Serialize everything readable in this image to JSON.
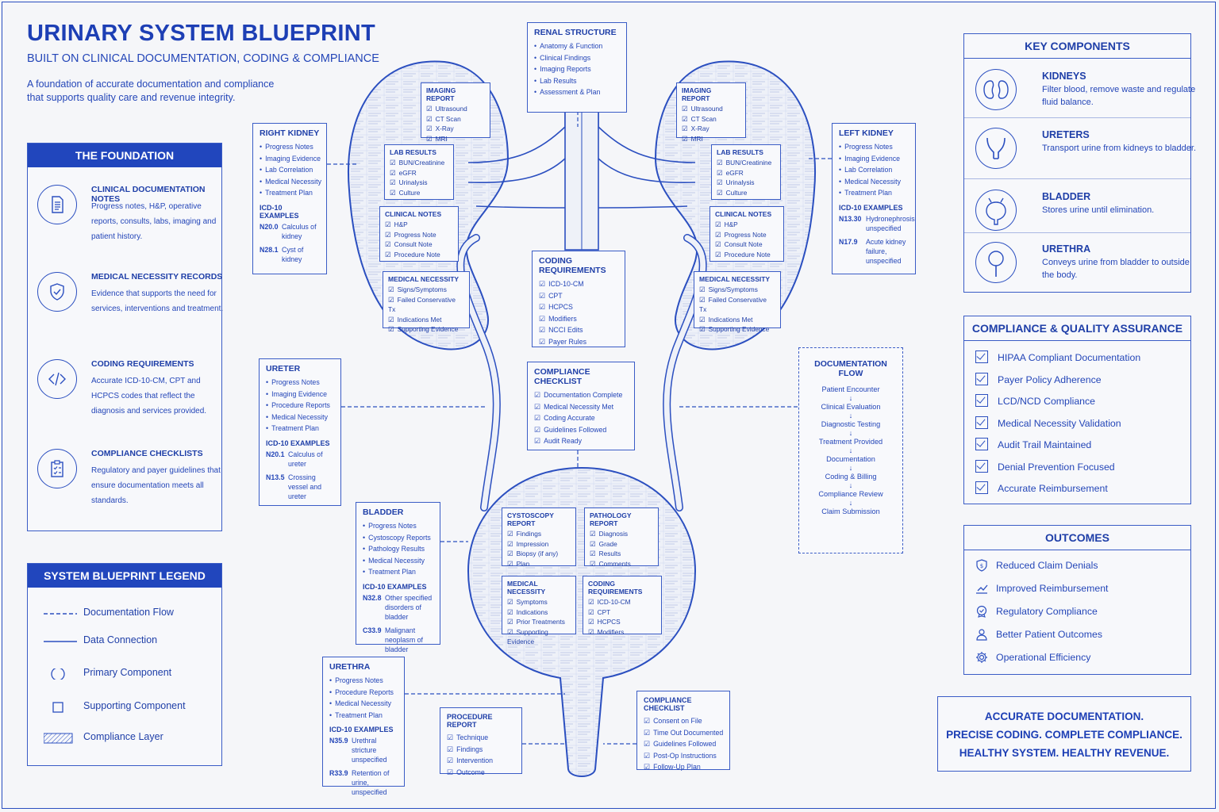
{
  "header": {
    "title": "URINARY SYSTEM BLUEPRINT",
    "subtitle": "BUILT ON CLINICAL DOCUMENTATION, CODING & COMPLIANCE",
    "intro": "A foundation of accurate documentation and compliance that supports quality care and revenue integrity."
  },
  "foundation": {
    "title": "THE FOUNDATION",
    "items": [
      {
        "title": "CLINICAL DOCUMENTATION NOTES",
        "text": "Progress notes, H&P, operative reports, consults, labs, imaging and patient history.",
        "icon": "document-icon"
      },
      {
        "title": "MEDICAL NECESSITY RECORDS",
        "text": "Evidence that supports the need for services, interventions and treatment.",
        "icon": "shield-check-icon"
      },
      {
        "title": "CODING REQUIREMENTS",
        "text": "Accurate ICD-10-CM, CPT and HCPCS codes that reflect the diagnosis and services provided.",
        "icon": "code-icon"
      },
      {
        "title": "COMPLIANCE CHECKLISTS",
        "text": "Regulatory and payer guidelines that ensure documentation meets all standards.",
        "icon": "clipboard-check-icon"
      }
    ]
  },
  "legend": {
    "title": "SYSTEM BLUEPRINT LEGEND",
    "items": [
      "Documentation Flow",
      "Data Connection",
      "Primary Component",
      "Supporting Component",
      "Compliance Layer"
    ]
  },
  "renal": {
    "title": "RENAL STRUCTURE",
    "items": [
      "Anatomy & Function",
      "Clinical Findings",
      "Imaging Reports",
      "Lab Results",
      "Assessment & Plan"
    ]
  },
  "kidney_inner": {
    "imaging": {
      "title": "IMAGING REPORT",
      "items": [
        "Ultrasound",
        "CT Scan",
        "X-Ray",
        "MRI"
      ]
    },
    "labs": {
      "title": "LAB RESULTS",
      "items": [
        "BUN/Creatinine",
        "eGFR",
        "Urinalysis",
        "Culture"
      ]
    },
    "clinical": {
      "title": "CLINICAL NOTES",
      "items": [
        "H&P",
        "Progress Note",
        "Consult Note",
        "Procedure Note"
      ]
    },
    "necessity": {
      "title": "MEDICAL NECESSITY",
      "items": [
        "Signs/Symptoms",
        "Failed Conservative Tx",
        "Indications Met",
        "Supporting Evidence"
      ]
    }
  },
  "right_kidney": {
    "title": "RIGHT KIDNEY",
    "items": [
      "Progress Notes",
      "Imaging Evidence",
      "Lab Correlation",
      "Medical Necessity",
      "Treatment Plan"
    ],
    "icd_title": "ICD-10 EXAMPLES",
    "icd": [
      {
        "code": "N20.0",
        "desc": "Calculus of kidney"
      },
      {
        "code": "N28.1",
        "desc": "Cyst of kidney"
      }
    ]
  },
  "left_kidney": {
    "title": "LEFT KIDNEY",
    "items": [
      "Progress Notes",
      "Imaging Evidence",
      "Lab Correlation",
      "Medical Necessity",
      "Treatment Plan"
    ],
    "icd_title": "ICD-10 EXAMPLES",
    "icd": [
      {
        "code": "N13.30",
        "desc": "Hydronephrosis unspecified"
      },
      {
        "code": "N17.9",
        "desc": "Acute kidney failure, unspecified"
      }
    ]
  },
  "coding_center": {
    "title": "CODING REQUIREMENTS",
    "items": [
      "ICD-10-CM",
      "CPT",
      "HCPCS",
      "Modifiers",
      "NCCI Edits",
      "Payer Rules"
    ]
  },
  "compliance_center": {
    "title": "COMPLIANCE CHECKLIST",
    "items": [
      "Documentation Complete",
      "Medical Necessity Met",
      "Coding Accurate",
      "Guidelines Followed",
      "Audit Ready"
    ]
  },
  "ureter": {
    "title": "URETER",
    "items": [
      "Progress Notes",
      "Imaging Evidence",
      "Procedure Reports",
      "Medical Necessity",
      "Treatment Plan"
    ],
    "icd_title": "ICD-10 EXAMPLES",
    "icd": [
      {
        "code": "N20.1",
        "desc": "Calculus of ureter"
      },
      {
        "code": "N13.5",
        "desc": "Crossing vessel and ureter"
      }
    ]
  },
  "bladder": {
    "title": "BLADDER",
    "items": [
      "Progress Notes",
      "Cystoscopy Reports",
      "Pathology Results",
      "Medical Necessity",
      "Treatment Plan"
    ],
    "icd_title": "ICD-10 EXAMPLES",
    "icd": [
      {
        "code": "N32.8",
        "desc": "Other specified disorders of bladder"
      },
      {
        "code": "C33.9",
        "desc": "Malignant neoplasm of bladder"
      }
    ]
  },
  "bladder_inner": {
    "cystoscopy": {
      "title": "CYSTOSCOPY REPORT",
      "items": [
        "Findings",
        "Impression",
        "Biopsy (if any)",
        "Plan"
      ]
    },
    "pathology": {
      "title": "PATHOLOGY REPORT",
      "items": [
        "Diagnosis",
        "Grade",
        "Results",
        "Comments"
      ]
    },
    "necessity": {
      "title": "MEDICAL NECESSITY",
      "items": [
        "Symptoms",
        "Indications",
        "Prior Treatments",
        "Supporting Evidence"
      ]
    },
    "coding": {
      "title": "CODING REQUIREMENTS",
      "items": [
        "ICD-10-CM",
        "CPT",
        "HCPCS",
        "Modifiers"
      ]
    }
  },
  "urethra": {
    "title": "URETHRA",
    "items": [
      "Progress Notes",
      "Procedure Reports",
      "Medical Necessity",
      "Treatment Plan"
    ],
    "icd_title": "ICD-10 EXAMPLES",
    "icd": [
      {
        "code": "N35.9",
        "desc": "Urethral stricture unspecified"
      },
      {
        "code": "R33.9",
        "desc": "Retention of urine, unspecified"
      }
    ]
  },
  "procedure_report": {
    "title": "PROCEDURE REPORT",
    "items": [
      "Technique",
      "Findings",
      "Intervention",
      "Outcome"
    ]
  },
  "compliance_bottom": {
    "title": "COMPLIANCE CHECKLIST",
    "items": [
      "Consent on File",
      "Time Out Documented",
      "Guidelines Followed",
      "Post-Op Instructions",
      "Follow-Up Plan"
    ]
  },
  "doc_flow": {
    "title": "DOCUMENTATION FLOW",
    "steps": [
      "Patient Encounter",
      "Clinical Evaluation",
      "Diagnostic Testing",
      "Treatment Provided",
      "Documentation",
      "Coding & Billing",
      "Compliance Review",
      "Claim Submission"
    ]
  },
  "key_components": {
    "title": "KEY COMPONENTS",
    "items": [
      {
        "title": "KIDNEYS",
        "desc": "Filter blood, remove waste and regulate fluid balance.",
        "icon": "kidney-icon"
      },
      {
        "title": "URETERS",
        "desc": "Transport urine from kidneys to bladder.",
        "icon": "ureters-icon"
      },
      {
        "title": "BLADDER",
        "desc": "Stores urine until elimination.",
        "icon": "bladder-icon"
      },
      {
        "title": "URETHRA",
        "desc": "Conveys urine from bladder to outside the body.",
        "icon": "urethra-icon"
      }
    ]
  },
  "compliance_qa": {
    "title": "COMPLIANCE & QUALITY ASSURANCE",
    "items": [
      "HIPAA Compliant Documentation",
      "Payer Policy Adherence",
      "LCD/NCD Compliance",
      "Medical Necessity Validation",
      "Audit Trail Maintained",
      "Denial Prevention Focused",
      "Accurate Reimbursement"
    ]
  },
  "outcomes": {
    "title": "OUTCOMES",
    "items": [
      "Reduced Claim Denials",
      "Improved Reimbursement",
      "Regulatory Compliance",
      "Better Patient Outcomes",
      "Operational Efficiency"
    ]
  },
  "tagline": {
    "line1": "ACCURATE DOCUMENTATION.",
    "line2": "PRECISE CODING. COMPLETE COMPLIANCE.",
    "line3": "HEALTHY SYSTEM. HEALTHY REVENUE."
  },
  "colors": {
    "primary": "#2146bd",
    "line": "#3a5cc6",
    "background": "#f5f6f9"
  }
}
